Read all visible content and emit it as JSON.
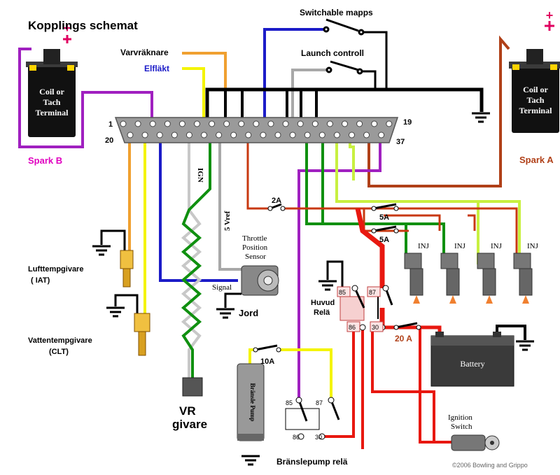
{
  "title": "Kopplings schemat",
  "colors": {
    "purple": "#a020c0",
    "magenta": "#cc00cc",
    "orange": "#f0a030",
    "yellow": "#f4f400",
    "blue": "#1c1cc8",
    "green": "#109010",
    "black": "#000000",
    "grey": "#a8a8a8",
    "red": "#e81810",
    "brown": "#b04018",
    "lime": "#c8f040"
  },
  "coil_b": {
    "plus": "+",
    "label_lines": [
      "Coil or",
      "Tach",
      "Terminal"
    ],
    "spark": "Spark B"
  },
  "coil_a": {
    "plus": "+",
    "label_lines": [
      "Coil or",
      "Tach",
      "Terminal"
    ],
    "spark": "Spark A"
  },
  "connector": {
    "pin1": "1",
    "pin19": "19",
    "pin20": "20",
    "pin37": "37"
  },
  "labels": {
    "varvraknare": "Varvräknare",
    "elflakt": "Elfläkt",
    "switchable_mapps": "Switchable mapps",
    "launch_controll": "Launch controll",
    "ign": "IGN",
    "vref": "5 Vref",
    "tps_lines": [
      "Throttle",
      "Position",
      "Sensor"
    ],
    "signal": "Signal",
    "jord": "Jord",
    "iat_lines": [
      "Lufttempgivare",
      "( IAT)"
    ],
    "clt_lines": [
      "Vattentempgivare",
      "(CLT)"
    ],
    "vr_lines": [
      "VR",
      "givare"
    ],
    "fuse_2a": "2A",
    "fuse_5a_1": "5A",
    "fuse_5a_2": "5A",
    "fuse_10a": "10A",
    "fuse_20a": "20 A",
    "inj": [
      "INJ",
      "INJ",
      "INJ",
      "INJ"
    ],
    "huvud_rela_lines": [
      "Huvud",
      "Relä"
    ],
    "relay_pins": {
      "p85": "85",
      "p87": "87",
      "p86": "86",
      "p30": "30"
    },
    "pump_relay_pins": {
      "p85": "85",
      "p87": "87",
      "p86": "86",
      "p30": "30"
    },
    "pump": "Bränsle Pump",
    "pump_relay": "Bränslepump relä",
    "battery": "Battery",
    "ignition_lines": [
      "Ignition",
      "Switch"
    ],
    "copyright": "©2006 Bowling and Grippo"
  }
}
